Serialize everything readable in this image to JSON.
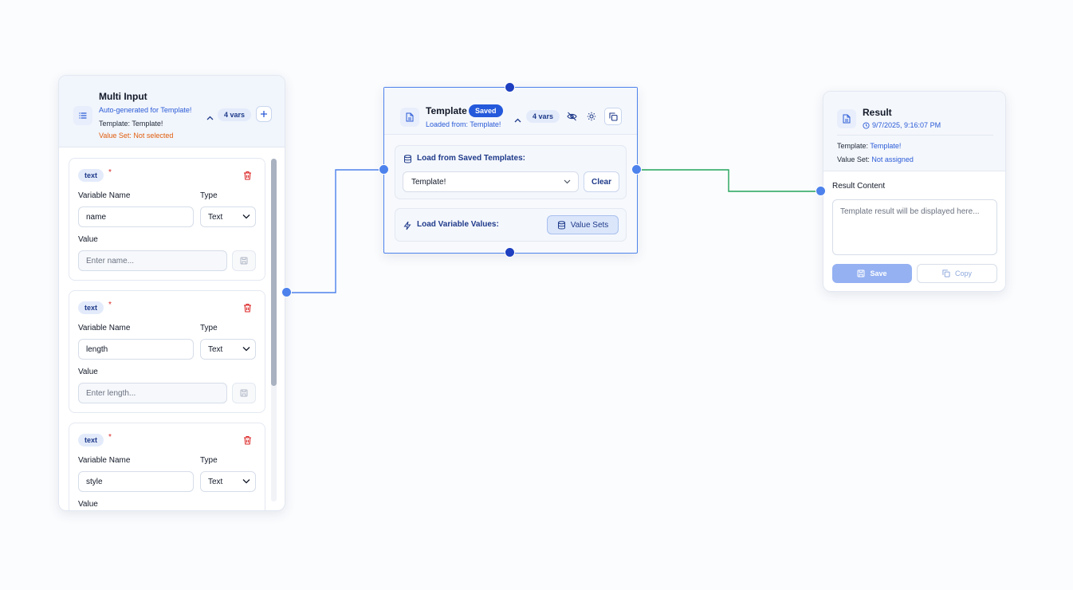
{
  "multi_input": {
    "title": "Multi Input",
    "subtitle": "Auto-generated for Template!",
    "template_label": "Template:",
    "template_value": "Template!",
    "value_set_label": "Value Set:",
    "value_set_value": "Not selected",
    "vars_badge": "4 vars",
    "variables": [
      {
        "badge": "text",
        "required_mark": "*",
        "name_label": "Variable Name",
        "type_label": "Type",
        "name_value": "name",
        "type_value": "Text",
        "value_label": "Value",
        "value_placeholder": "Enter name..."
      },
      {
        "badge": "text",
        "required_mark": "*",
        "name_label": "Variable Name",
        "type_label": "Type",
        "name_value": "length",
        "type_value": "Text",
        "value_label": "Value",
        "value_placeholder": "Enter length..."
      },
      {
        "badge": "text",
        "required_mark": "*",
        "name_label": "Variable Name",
        "type_label": "Type",
        "name_value": "style",
        "type_value": "Text",
        "value_label": "Value",
        "value_placeholder": ""
      }
    ]
  },
  "template_node": {
    "title": "Template",
    "saved_badge": "Saved",
    "subtitle": "Loaded from: Template!",
    "vars_badge": "4 vars",
    "load_saved_title": "Load from Saved Templates:",
    "selected_template": "Template!",
    "clear_label": "Clear",
    "load_values_title": "Load Variable Values:",
    "value_sets_label": "Value Sets"
  },
  "result_node": {
    "title": "Result",
    "timestamp": "9/7/2025, 9:16:07 PM",
    "template_label": "Template:",
    "template_value": "Template!",
    "value_set_label": "Value Set:",
    "value_set_value": "Not assigned",
    "content_label": "Result Content",
    "content_placeholder": "Template result will be displayed here...",
    "save_label": "Save",
    "copy_label": "Copy"
  },
  "colors": {
    "accent": "#4d82ec",
    "primary": "#2459db",
    "edge_green": "#22a35a",
    "warning": "#e05d0c",
    "danger": "#dc2626"
  }
}
